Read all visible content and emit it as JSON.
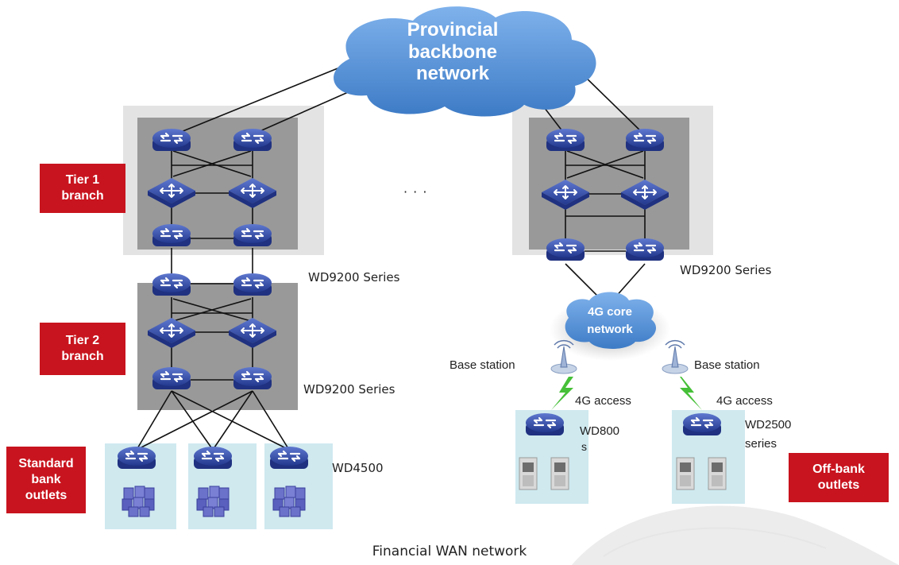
{
  "diagram": {
    "cloud_main": "Provincial\nbackbone\nnetwork",
    "cloud_4g": "4G core\nnetwork",
    "tier1_tag": "Tier 1\nbranch",
    "tier2_tag": "Tier 2\nbranch",
    "standard_tag": "Standard\nbank\noutlets",
    "offbank_tag": "Off-bank\noutlets",
    "wd9200_left_top": "WD9200 Series",
    "wd9200_left_bottom": "WD9200 Series",
    "wd9200_right": "WD9200 Series",
    "wd4500": "WD4500",
    "ellipsis": "· · ·",
    "base_station_left": "Base station",
    "base_station_right": "Base station",
    "access_left": "4G access",
    "access_right": "4G access",
    "wd800_line1": "WD800",
    "wd800_line2": "s",
    "wd2500_line1": "WD2500",
    "wd2500_line2": "series",
    "caption": "Financial WAN network"
  },
  "colors": {
    "tag_red": "#c8141e",
    "cloud_blue": "#4f8fd6",
    "device_blue": "#2f4aa8",
    "box_grey": "#9b9b9b",
    "box_light": "#e3e3e3",
    "outlet_bg": "#cfe9ef"
  }
}
